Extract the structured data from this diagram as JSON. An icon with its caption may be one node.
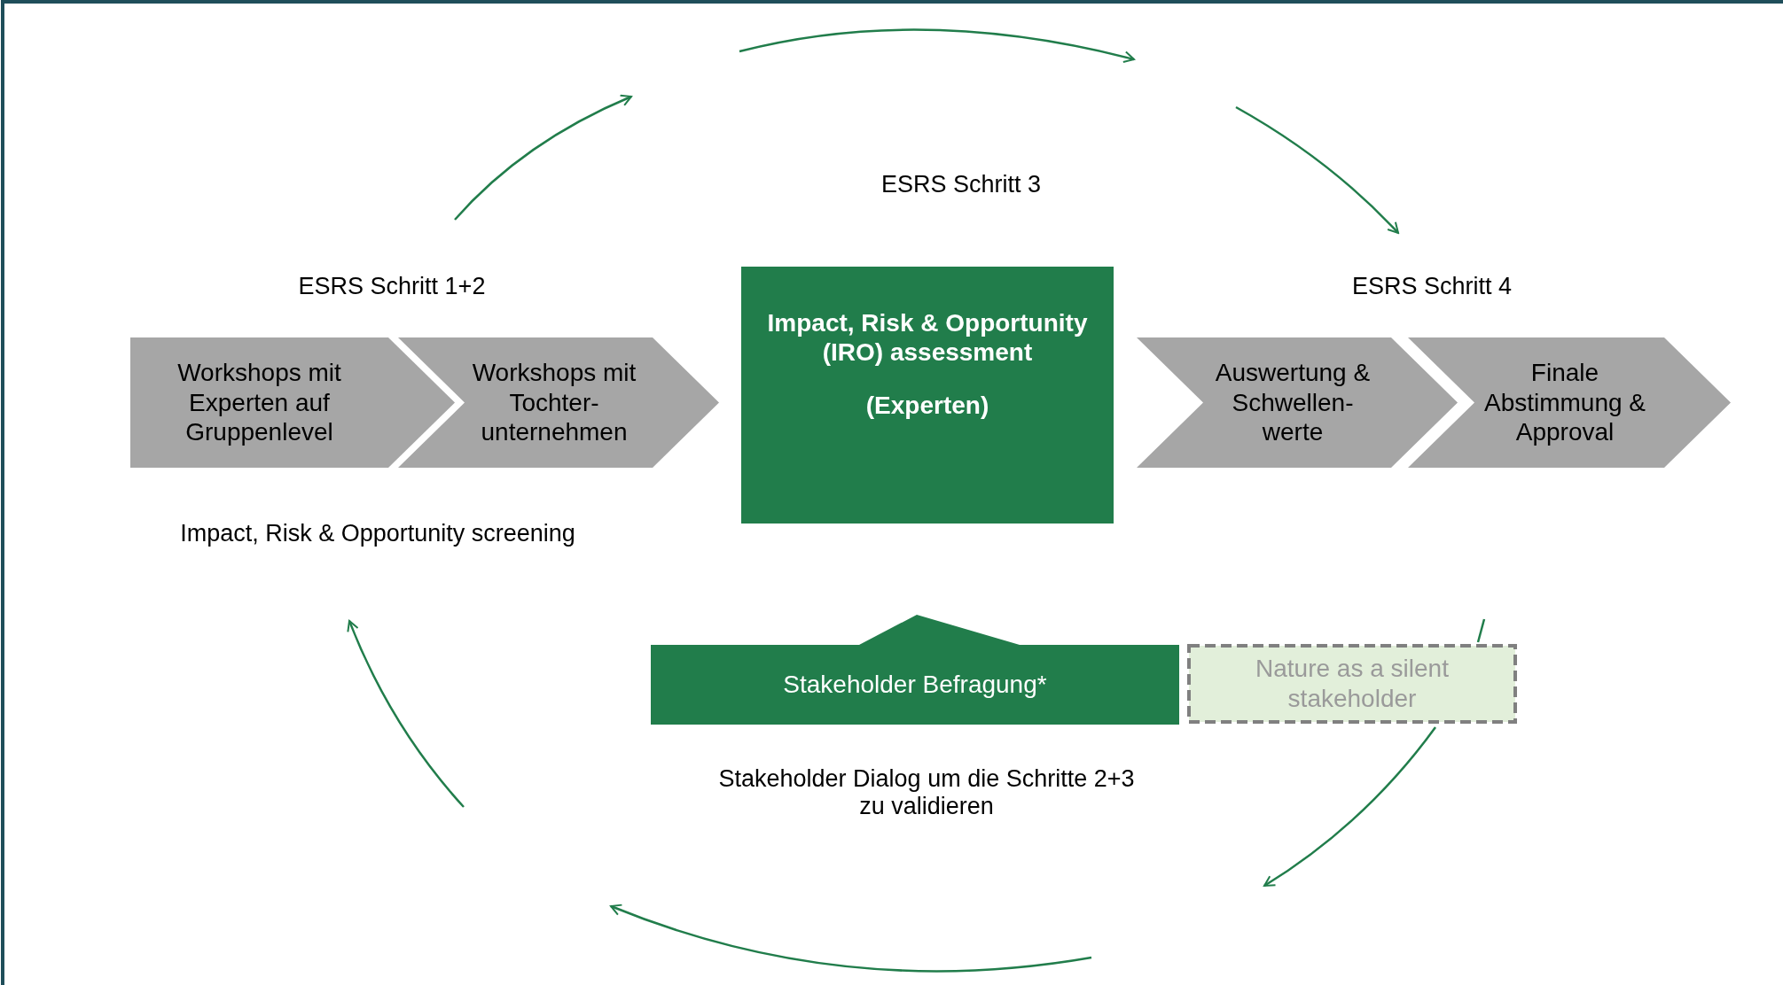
{
  "diagram": {
    "nodes": [
      {
        "text": [
          "Workshops mit Experten auf Gruppenlevel"
        ]
      },
      {
        "text": [
          "Workshops mit Tochter- unternehmen"
        ]
      },
      {
        "text": [
          "Impact, Risk & Opportunity (IRO) assessment",
          "(Experten)"
        ]
      },
      {
        "text": [
          "Auswertung & Schwellen- werte"
        ]
      },
      {
        "text": [
          "Finale Abstimmung & Approval"
        ]
      },
      {
        "text": [
          "Stakeholder Befragung*"
        ]
      },
      {
        "text": [
          "Nature as a silent stakeholder"
        ]
      }
    ],
    "labels": [
      "ESRS Schritt 3",
      "ESRS Schritt 1+2",
      "ESRS Schritt 4",
      "Impact, Risk & Opportunity screening",
      "Stakeholder Dialog um die Schritte 2+3 zu validieren"
    ]
  }
}
